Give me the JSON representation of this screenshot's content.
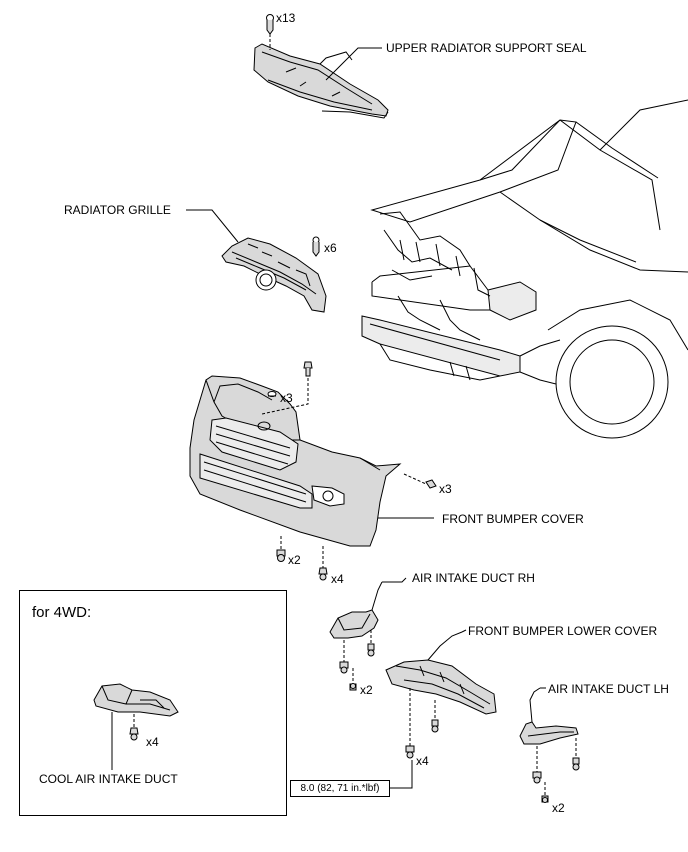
{
  "labels": {
    "upper_radiator_support_seal": "UPPER RADIATOR SUPPORT SEAL",
    "radiator_grille": "RADIATOR GRILLE",
    "front_bumper_cover": "FRONT BUMPER COVER",
    "air_intake_duct_rh": "AIR INTAKE DUCT RH",
    "front_bumper_lower_cover": "FRONT BUMPER LOWER COVER",
    "air_intake_duct_lh": "AIR INTAKE DUCT LH",
    "cool_air_intake_duct": "COOL AIR INTAKE DUCT"
  },
  "quantities": {
    "seal_clips": "x13",
    "grille_clips": "x6",
    "bumper_top_clips": "x3",
    "bumper_side_screws": "x3",
    "bumper_bottom_screws": "x2",
    "bumper_bottom_clips": "x4",
    "duct_rh_clips": "x2",
    "lower_cover_bolts": "x4",
    "duct_lh_clips": "x2",
    "cool_duct_clips": "x4"
  },
  "inset": {
    "title": "for 4WD:"
  },
  "torque": {
    "spec": "8.0 (82, 71 in.*lbf)"
  },
  "colors": {
    "line": "#000000",
    "part_fill": "#d9d9d9",
    "part_light": "#ececec",
    "background": "#ffffff"
  }
}
